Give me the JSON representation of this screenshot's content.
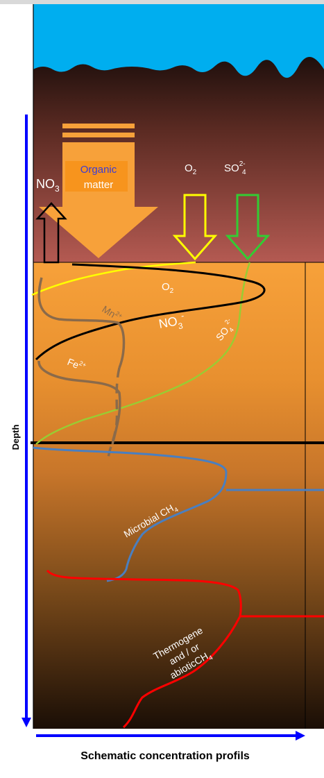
{
  "diagram": {
    "y_axis_label": "Depth",
    "x_axis_label": "Schematic concentration profils",
    "organic_matter_label": [
      "Organic",
      "matter"
    ],
    "no3_top_label": "NO",
    "no3_top_sub": "3",
    "o2_top_label": "O",
    "o2_top_sub": "2",
    "so4_top_label": "SO",
    "so4_top_sub": "4",
    "so4_top_sup": "2-",
    "o2_curve_label": "O",
    "o2_curve_sub": "2",
    "mn_label": "Mn",
    "mn_sup": "2+",
    "no3_curve_label": "NO",
    "no3_curve_sub": "3",
    "no3_curve_sup": "-",
    "so4_curve_label": "SO",
    "so4_curve_sub": "4",
    "so4_curve_sup": "2-",
    "fe_label": "Fe",
    "fe_sup": "2+",
    "microbial_label": "Microbial CH",
    "microbial_sub": "4",
    "thermogene_lines": [
      "Thermogene",
      "and / or",
      "abioticCH"
    ],
    "thermogene_sub": "4"
  },
  "colors": {
    "water": "#00aeef",
    "o2": "#ffff00",
    "so4": "#99cc33",
    "so4_arrow": "#33cc33",
    "no3": "#000000",
    "mn": "#8a6a4a",
    "fe": "#8a6a4a",
    "ch4_microbial": "#4a7fc0",
    "ch4_thermogene": "#ff0000",
    "axes": "#0000ff",
    "organic_arrow": "#f7a13a",
    "organic_label_bg": "#f7941d",
    "organic_label_text": "#3b3bd6"
  }
}
